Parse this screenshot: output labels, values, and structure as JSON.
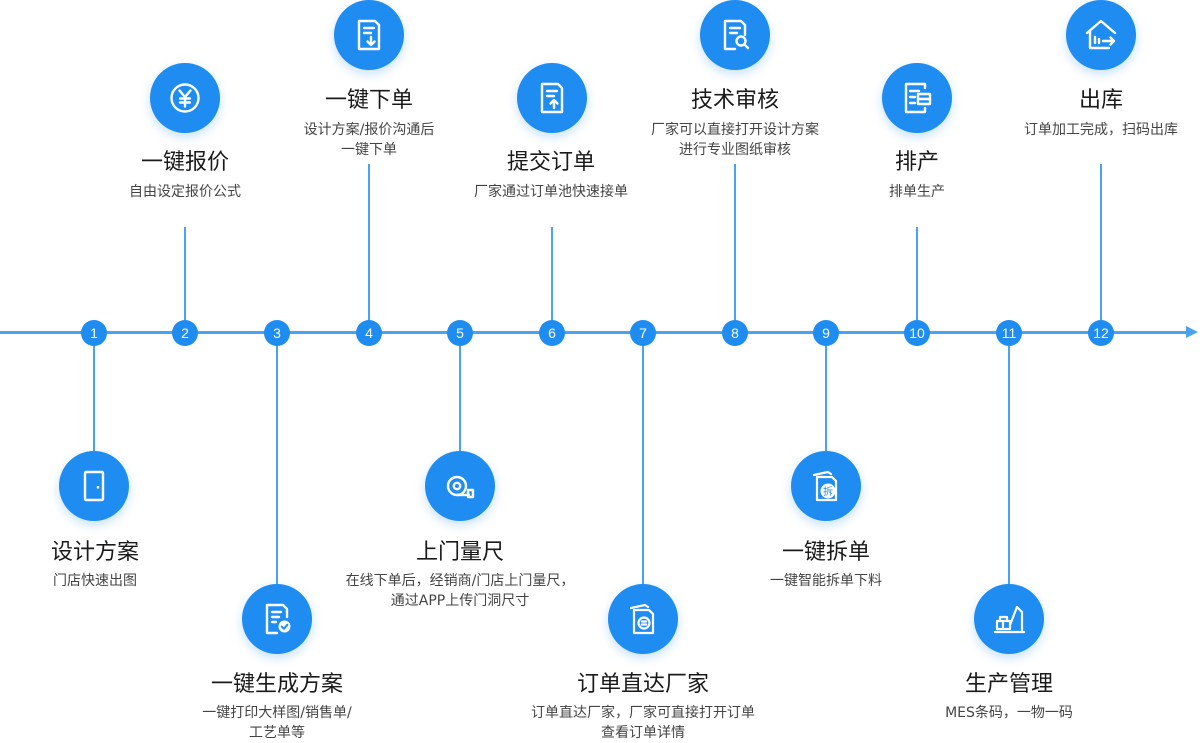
{
  "steps": [
    {
      "num": "1",
      "title": "设计方案",
      "desc": [
        "门店快速出图"
      ],
      "icon": "door-icon"
    },
    {
      "num": "2",
      "title": "一键报价",
      "desc": [
        "自由设定报价公式"
      ],
      "icon": "yuan-icon"
    },
    {
      "num": "3",
      "title": "一键生成方案",
      "desc": [
        "一键打印大样图/销售单/",
        "工艺单等"
      ],
      "icon": "document-check-icon"
    },
    {
      "num": "4",
      "title": "一键下单",
      "desc": [
        "设计方案/报价沟通后",
        "一键下单"
      ],
      "icon": "document-download-icon"
    },
    {
      "num": "5",
      "title": "上门量尺",
      "desc": [
        "在线下单后，经销商/门店上门量尺，",
        "通过APP上传门洞尺寸"
      ],
      "icon": "tape-measure-icon"
    },
    {
      "num": "6",
      "title": "提交订单",
      "desc": [
        "厂家通过订单池快速接单"
      ],
      "icon": "document-upload-icon"
    },
    {
      "num": "7",
      "title": "订单直达厂家",
      "desc": [
        "订单直达厂家，厂家可直接打开订单",
        "查看订单详情"
      ],
      "icon": "documents-icon"
    },
    {
      "num": "8",
      "title": "技术审核",
      "desc": [
        "厂家可以直接打开设计方案",
        "进行专业图纸审核"
      ],
      "icon": "document-search-icon"
    },
    {
      "num": "9",
      "title": "一键拆单",
      "desc": [
        "一键智能拆单下料"
      ],
      "icon": "split-order-icon",
      "badge": "拆"
    },
    {
      "num": "10",
      "title": "排产",
      "desc": [
        "排单生产"
      ],
      "icon": "schedule-icon"
    },
    {
      "num": "11",
      "title": "生产管理",
      "desc": [
        "MES条码，一物一码"
      ],
      "icon": "crane-icon"
    },
    {
      "num": "12",
      "title": "出库",
      "desc": [
        "订单加工完成，扫码出库"
      ],
      "icon": "warehouse-out-icon"
    }
  ],
  "colors": {
    "accent": "#1e8cf0",
    "line": "#4aa3f0"
  }
}
